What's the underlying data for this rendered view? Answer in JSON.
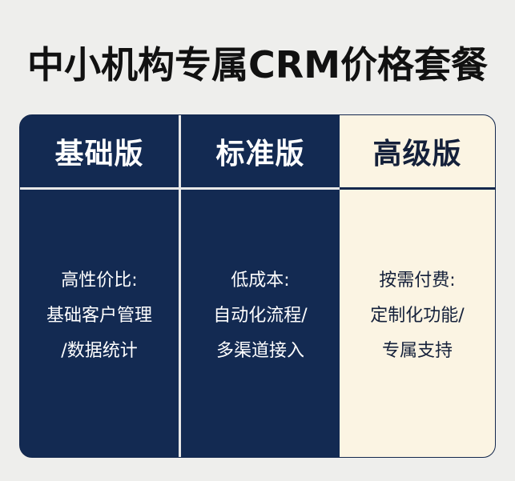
{
  "title": "中小机构专属CRM价格套餐",
  "colors": {
    "background": "#eeeeec",
    "navy": "#132a52",
    "cream": "#fbf4e3",
    "title_text": "#111111"
  },
  "plans": [
    {
      "name": "基础版",
      "theme": "dark",
      "lines": [
        "高性价比:",
        "基础客户管理",
        "/数据统计"
      ]
    },
    {
      "name": "标准版",
      "theme": "dark",
      "lines": [
        "低成本:",
        "自动化流程/",
        "多渠道接入"
      ]
    },
    {
      "name": "高级版",
      "theme": "light",
      "lines": [
        "按需付费:",
        "定制化功能/",
        "专属支持"
      ]
    }
  ]
}
